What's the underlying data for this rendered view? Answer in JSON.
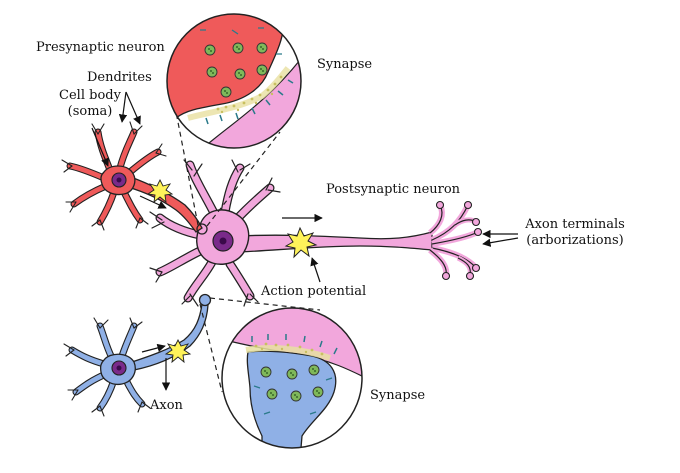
{
  "labels": {
    "presynaptic_neuron": "Presynaptic neuron",
    "dendrites": "Dendrites",
    "cell_body_line1": "Cell body",
    "cell_body_line2": "(soma)",
    "synapse_top": "Synapse",
    "postsynaptic_neuron": "Postsynaptic neuron",
    "axon_terminals_line1": "Axon terminals",
    "axon_terminals_line2": "(arborizations)",
    "action_potential": "Action potential",
    "axon": "Axon",
    "synapse_bottom": "Synapse"
  },
  "colors": {
    "presynaptic_red": "#ef5a5a",
    "postsynaptic_pink": "#f2a7dc",
    "inhibitory_blue": "#8fb0e6",
    "nucleus_purple": "#7a2a8a",
    "spark_yellow": "#fff35a",
    "vesicle_green": "#7fb85a",
    "outline": "#222222"
  }
}
